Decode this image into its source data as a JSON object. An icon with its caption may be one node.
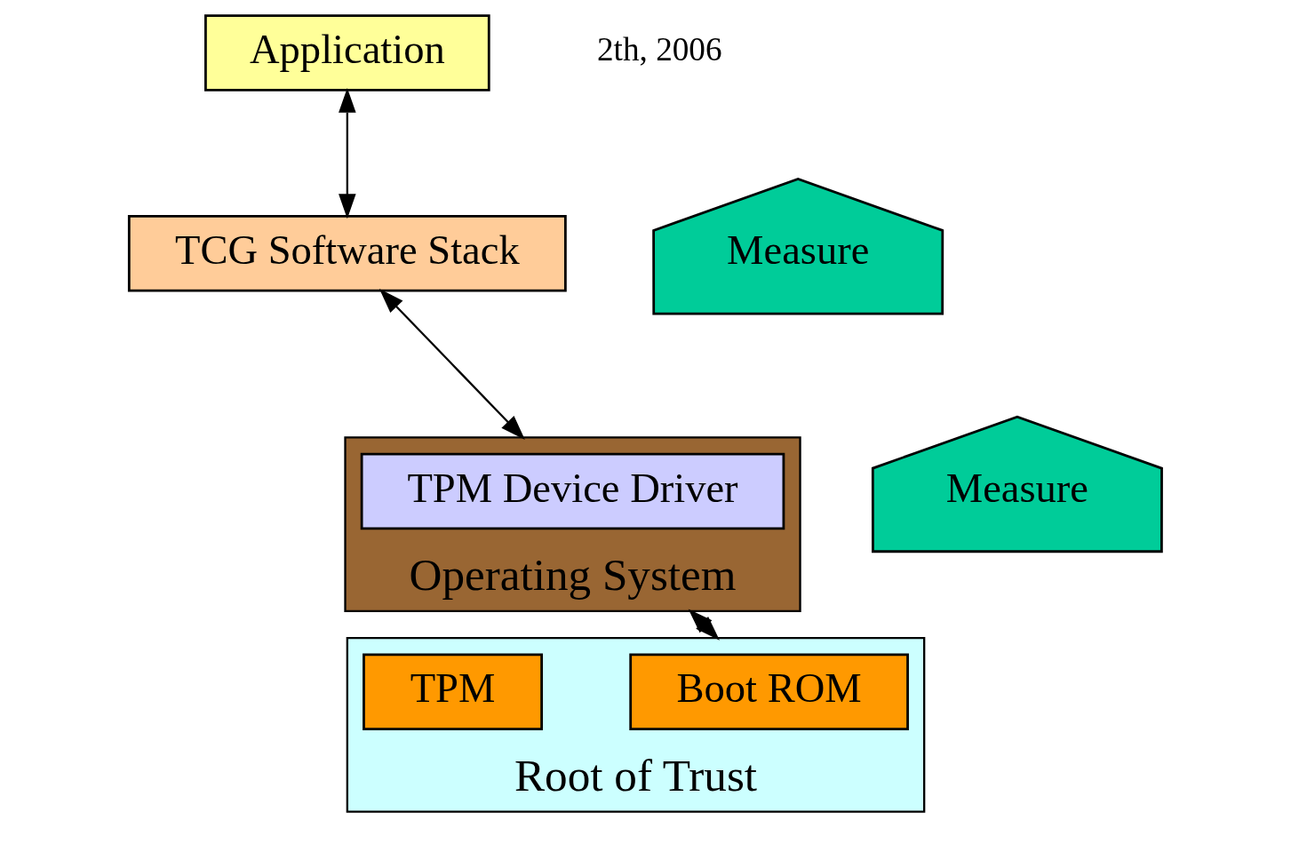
{
  "diagram": {
    "nodes": [
      {
        "text": [
          "Application"
        ]
      },
      {
        "text": [
          "TCG Software Stack"
        ]
      },
      {
        "text": [
          "Operating System"
        ]
      },
      {
        "text": [
          "TPM Device Driver"
        ],
        "in": 2
      },
      {
        "text": [
          "Root of Trust"
        ]
      },
      {
        "text": [
          "Boot ROM"
        ],
        "in": 4
      },
      {
        "text": [
          "TPM"
        ],
        "in": 4
      },
      {
        "text": [
          "Measure"
        ]
      },
      {
        "text": [
          "Measure"
        ]
      }
    ],
    "edges": [
      {
        "from": 0,
        "to": 1,
        "arrow": "both"
      },
      {
        "from": 1,
        "to": 2,
        "arrow": "both"
      },
      {
        "from": 2,
        "to": 4,
        "arrow": "both"
      }
    ],
    "labels": [
      "2th, 2006"
    ]
  }
}
